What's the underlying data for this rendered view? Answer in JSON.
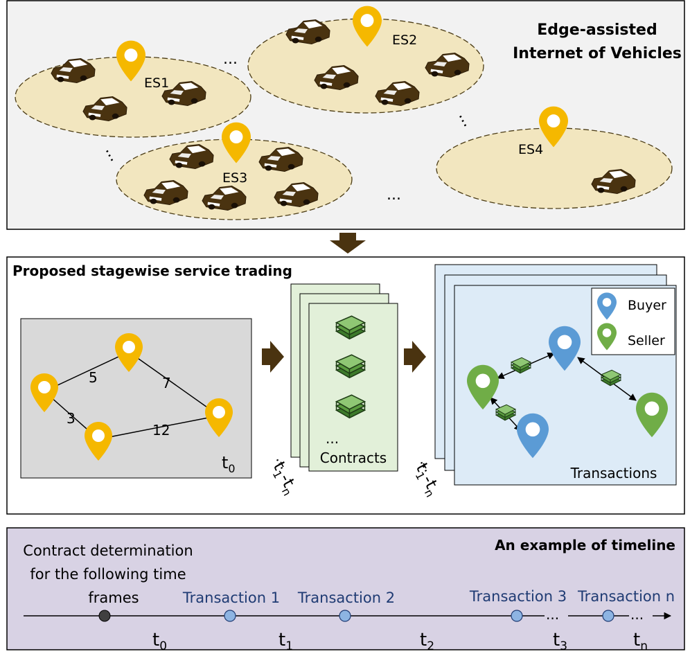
{
  "top_panel": {
    "title_line1": "Edge-assisted",
    "title_line2": "Internet of Vehicles",
    "servers": [
      "ES1",
      "ES2",
      "ES3",
      "ES4"
    ],
    "ellipsis": "..."
  },
  "middle_panel": {
    "title": "Proposed stagewise service trading",
    "graph": {
      "edge_weights": [
        "5",
        "7",
        "3",
        "12"
      ],
      "time_label": "t",
      "time_sub": "0"
    },
    "contracts": {
      "ellipsis": "...",
      "label": "Contracts"
    },
    "transactions": {
      "label": "Transactions",
      "legend_buyer": "Buyer",
      "legend_seller": "Seller"
    },
    "stack_time_label": "t",
    "stack_time_sub_a": "1",
    "stack_time_dash": "-t",
    "stack_time_sub_b": "n"
  },
  "bottom_panel": {
    "title": "An example of timeline",
    "desc_line1": "Contract determination",
    "desc_line2": "for the following time",
    "desc_line3": "frames",
    "transactions": [
      "Transaction 1",
      "Transaction 2",
      "Transaction 3",
      "Transaction n"
    ],
    "time_labels": [
      {
        "t": "t",
        "sub": "0"
      },
      {
        "t": "t",
        "sub": "1"
      },
      {
        "t": "t",
        "sub": "2"
      },
      {
        "t": "t",
        "sub": "3"
      },
      {
        "t": "t",
        "sub": "n"
      }
    ],
    "ellipsis": "..."
  },
  "colors": {
    "pin_yellow": "#F5B800",
    "pin_blue": "#5B9BD5",
    "pin_green": "#70AD47",
    "car_brown": "#4A3310",
    "region_fill": "#F2E6BF",
    "transaction_blue": "#1F3B73"
  }
}
